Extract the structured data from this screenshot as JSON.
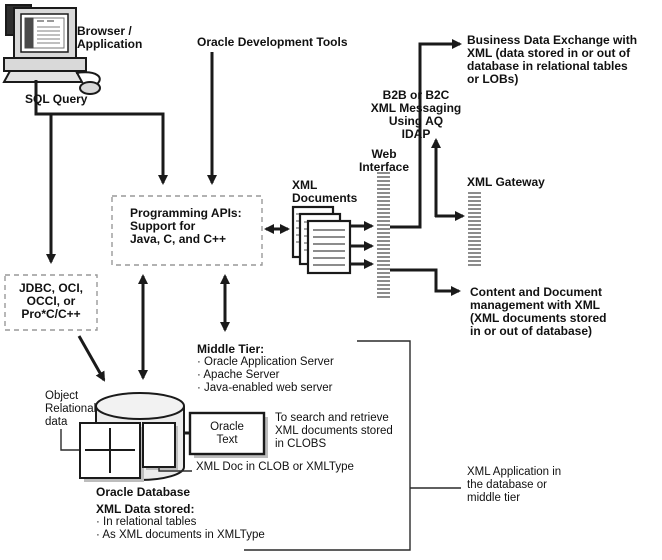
{
  "diagram": {
    "title_hint": "Oracle XML architecture diagram",
    "labels": {
      "browser_application": "Browser /\nApplication",
      "sql_query": "SQL Query",
      "oracle_dev_tools": "Oracle Development Tools",
      "business_data_exchange": "Business Data Exchange with\nXML (data stored in or out of\ndatabase in relational tables\nor LOBs)",
      "b2b_messaging": "B2B or B2C\nXML Messaging\nUsing AQ\nIDAP",
      "web_interface": "Web\nInterface",
      "xml_gateway": "XML Gateway",
      "xml_documents": "XML\nDocuments",
      "programming_apis": "Programming APIs:\nSupport for\nJava, C, and C++",
      "jdbc": "JDBC, OCI,\nOCCI, or\nPro*C/C++",
      "middle_tier_title": "Middle Tier:",
      "middle_tier_items": "· Oracle Application Server\n· Apache Server\n· Java-enabled web server",
      "content_mgmt": "Content and Document\nmanagement with XML\n(XML documents stored\nin or out of database)",
      "object_relational": "Object\nRelational\ndata",
      "oracle_text": "Oracle\nText",
      "search_retrieve": "To search and retrieve\nXML documents stored\nin CLOBS",
      "xml_doc_clob": "XML Doc in CLOB or XMLType",
      "oracle_database": "Oracle Database",
      "xml_data_title": "XML Data stored:",
      "xml_data_items": "· In relational tables\n· As XML documents in XMLType",
      "xml_application": "XML Application in\nthe database or\nmiddle tier"
    },
    "colors": {
      "line": "#1a1a1a",
      "dashed_border": "#999999",
      "bar_stripe": "#8c8c8c",
      "shape_fill": "#ececec",
      "shadow": "#bdbdbd",
      "background": "#ffffff"
    }
  }
}
